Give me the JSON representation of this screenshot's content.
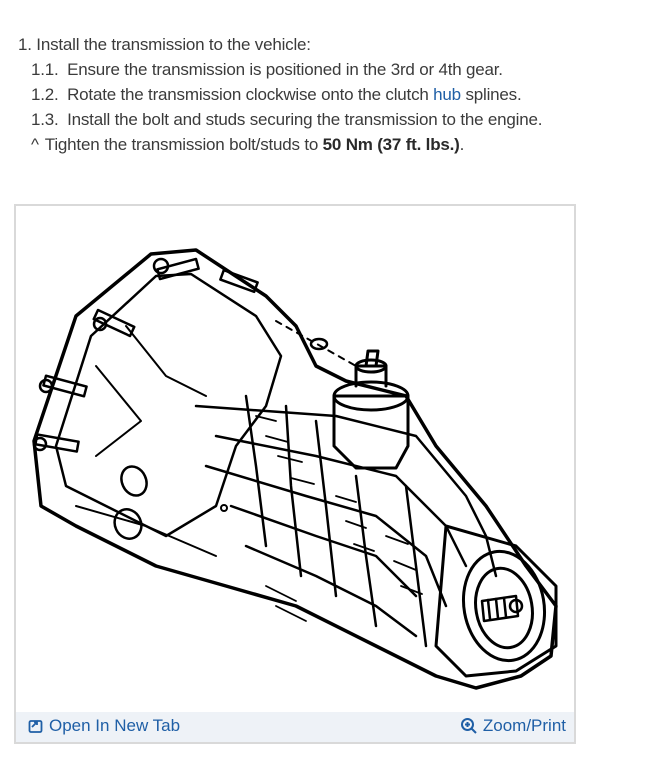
{
  "steps": {
    "main": "1. Install the transmission to the vehicle:",
    "substeps": [
      {
        "num": "1.1.",
        "text": "Ensure the transmission is positioned in the 3rd or 4th gear."
      },
      {
        "num": "1.2.",
        "text_before": "Rotate the transmission clockwise onto the clutch",
        "link": "hub",
        "text_after": "splines."
      },
      {
        "num": "1.3.",
        "text": "Install the bolt and studs securing the transmission to the engine."
      }
    ],
    "note": {
      "marker": "^",
      "text_before": "Tighten the transmission bolt/studs to",
      "torque": "50 Nm (37 ft. lbs.)",
      "text_after": "."
    }
  },
  "figure": {
    "open_label": "Open In New Tab",
    "zoom_label": "Zoom/Print",
    "open_icon": "open-new-tab-icon",
    "zoom_icon": "zoom-in-icon"
  },
  "colors": {
    "link": "#1f5fa6",
    "text": "#3b3b3b",
    "bar_bg": "#eef2f7"
  }
}
